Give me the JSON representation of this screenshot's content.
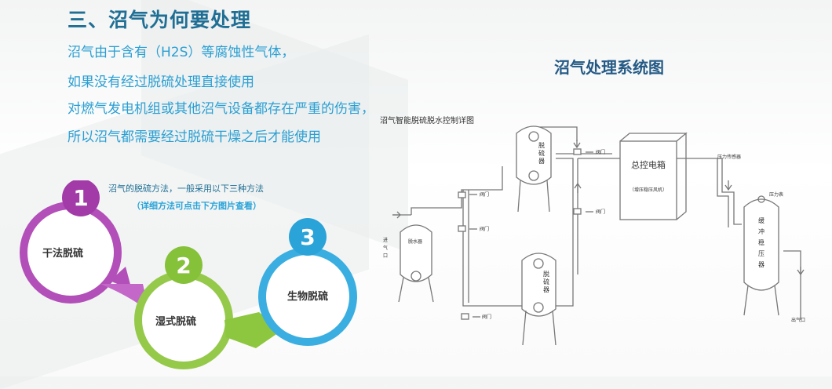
{
  "heading": "三、沼气为何要处理",
  "paragraph": [
    "沼气由于含有（H2S）等腐蚀性气体，",
    "如果没有经过脱硫处理直接使用",
    "对燃气发电机组或其他沼气设备都存在严重的伤害，",
    "所以沼气都需要经过脱硫干燥之后才能使用"
  ],
  "methods_intro": "沼气的脱硫方法，一般采用以下三种方法",
  "methods_hint": "（详细方法可点击下方图片查看）",
  "methods": [
    {
      "number": "1",
      "label": "干法脱硫",
      "color": "#a23aa8"
    },
    {
      "number": "2",
      "label": "湿式脱硫",
      "color": "#86c13a"
    },
    {
      "number": "3",
      "label": "生物脱硫",
      "color": "#2aa3d8"
    }
  ],
  "diagram": {
    "title": "沼气处理系统图",
    "subtitle": "沼气智能脱硫脱水控制详图",
    "control_box": "总控电箱",
    "control_box_sub": "（增压稳压风机）",
    "tower_label": [
      "脱",
      "硫",
      "器"
    ],
    "dewater": "脱水器",
    "inlet": [
      "进",
      "气",
      "口"
    ],
    "valve": "阀门",
    "flowmeter": "压力传感器",
    "gauge": "压力表",
    "buffer": [
      "缓",
      "冲",
      "稳",
      "压",
      "器"
    ],
    "outlet": "出气口"
  }
}
